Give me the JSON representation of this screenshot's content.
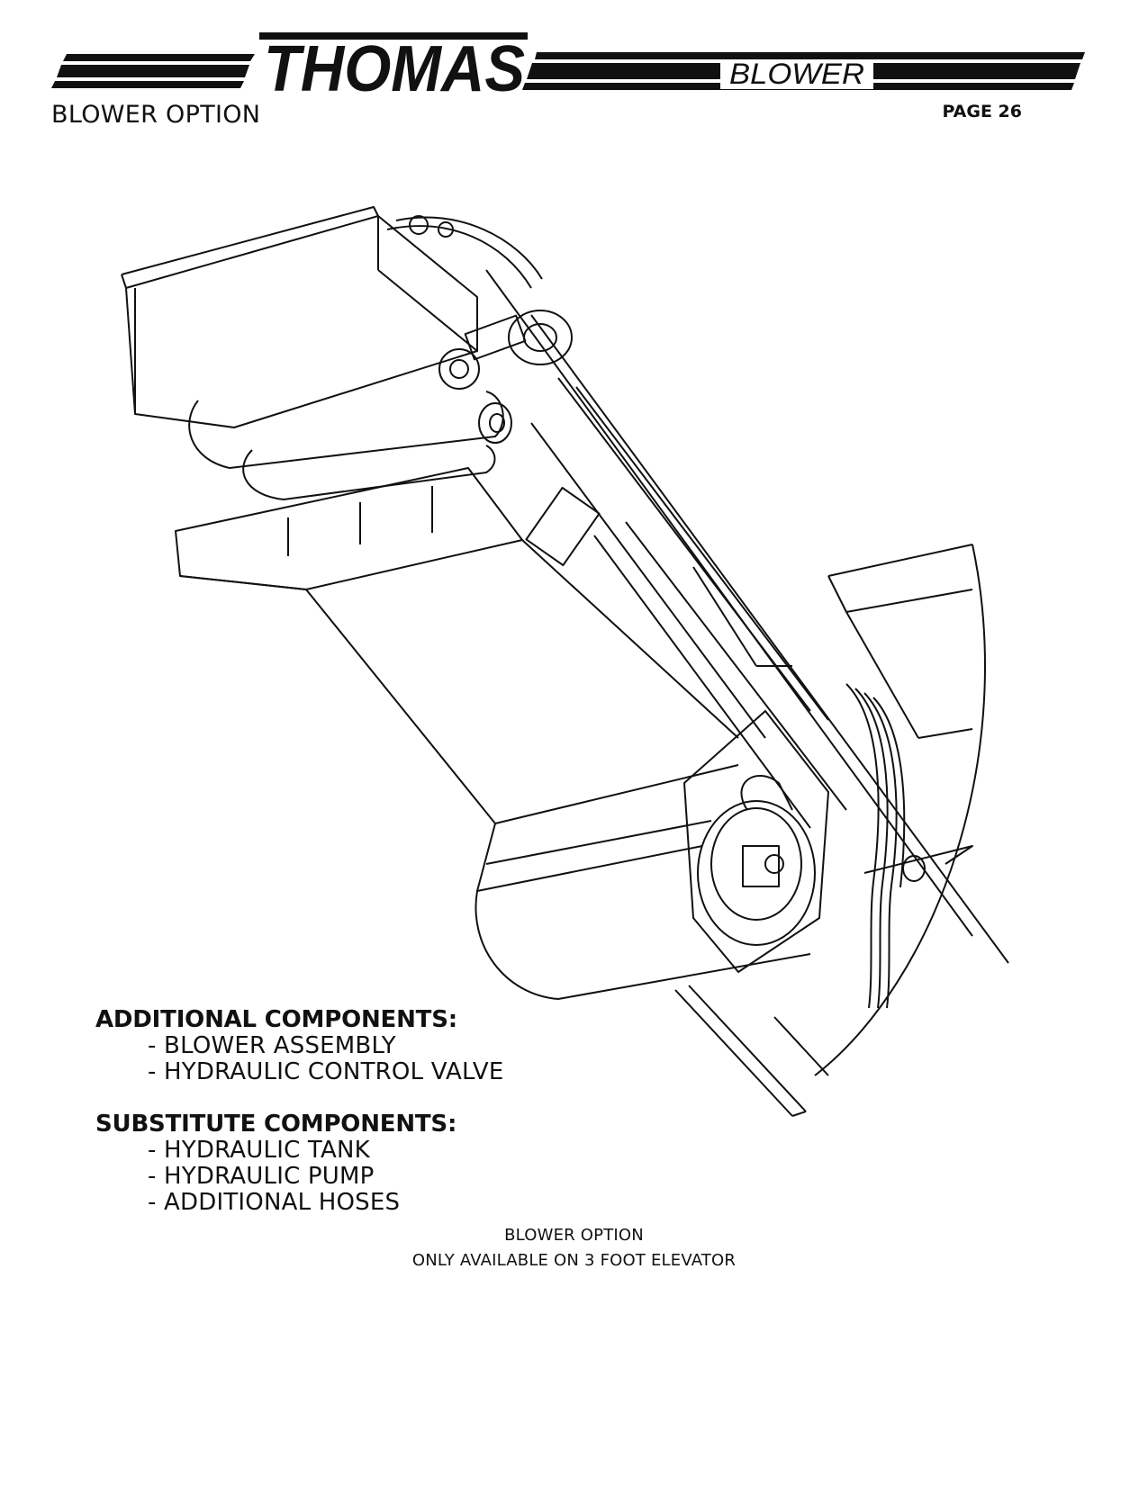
{
  "header": {
    "brand": "THOMAS",
    "product_tag": "BLOWER",
    "section_title": "BLOWER OPTION",
    "page_label": "PAGE 26"
  },
  "drawing": {
    "subject": "blower-elevator-line-drawing"
  },
  "components": [
    {
      "title": "ADDITIONAL COMPONENTS:",
      "items": [
        "- BLOWER ASSEMBLY",
        "- HYDRAULIC CONTROL VALVE"
      ]
    },
    {
      "title": "SUBSTITUTE COMPONENTS:",
      "items": [
        "- HYDRAULIC TANK",
        "- HYDRAULIC PUMP",
        "- ADDITIONAL HOSES"
      ]
    }
  ],
  "caption": {
    "line1": "BLOWER OPTION",
    "line2": "ONLY AVAILABLE ON 3 FOOT ELEVATOR"
  },
  "colors": {
    "ink": "#111111",
    "paper": "#ffffff"
  }
}
